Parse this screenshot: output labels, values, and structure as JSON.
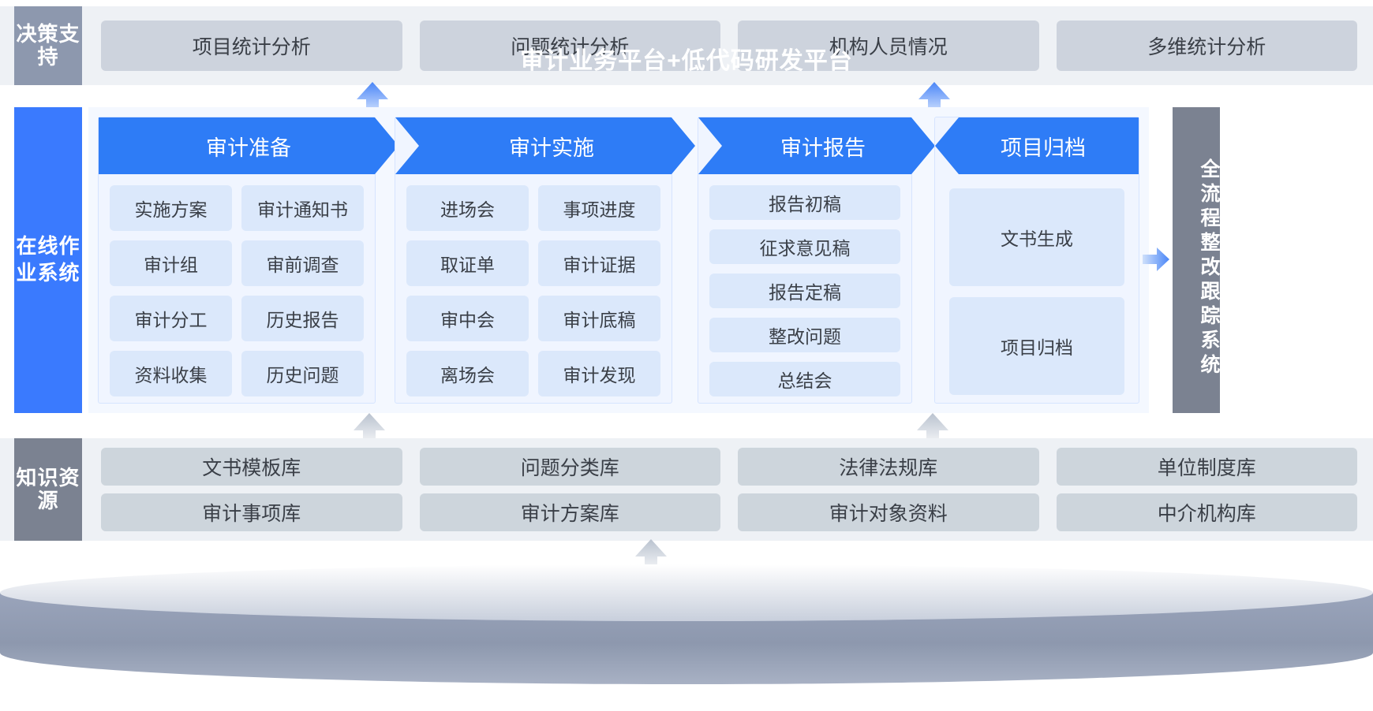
{
  "decision": {
    "rail_label": "决策支持",
    "items": [
      {
        "label": "项目统计分析"
      },
      {
        "label": "问题统计分析"
      },
      {
        "label": "机构人员情况"
      },
      {
        "label": "多维统计分析"
      }
    ]
  },
  "work": {
    "rail_label": "在线作业系统",
    "stages": [
      {
        "title": "审计准备",
        "tiles": [
          "实施方案",
          "审计通知书",
          "审计组",
          "审前调查",
          "审计分工",
          "历史报告",
          "资料收集",
          "历史问题"
        ]
      },
      {
        "title": "审计实施",
        "tiles": [
          "进场会",
          "事项进度",
          "取证单",
          "审计证据",
          "审中会",
          "审计底稿",
          "离场会",
          "审计发现"
        ]
      },
      {
        "title": "审计报告",
        "tiles": [
          "报告初稿",
          "征求意见稿",
          "报告定稿",
          "整改问题",
          "总结会"
        ]
      },
      {
        "title": "项目归档",
        "tiles": [
          "文书生成",
          "项目归档"
        ]
      }
    ]
  },
  "right_rail": {
    "label": "全流程整改跟踪系统"
  },
  "knowledge": {
    "rail_label": "知识资源",
    "items": [
      "文书模板库",
      "问题分类库",
      "法律法规库",
      "单位制度库",
      "审计事项库",
      "审计方案库",
      "审计对象资料",
      "中介机构库"
    ]
  },
  "platform": {
    "label": "审计业务平台+低代码研发平台"
  },
  "colors": {
    "accent_blue": "#2e7cf6",
    "rail_blue": "#3a7afe",
    "decision_rail_gray": "#8d98ae",
    "knowledge_rail_gray": "#7b8291",
    "chip_gray": "#cdd3dd",
    "tile_blue": "#dbe8fb",
    "panel_bg": "#f4f8ff",
    "band_bg": "#eef1f5",
    "platform_gray": "#8d98ae"
  },
  "icons": {
    "up_arrow": "up-arrow-icon",
    "right_arrow": "right-arrow-icon",
    "chevron": "chevron-right-icon"
  }
}
